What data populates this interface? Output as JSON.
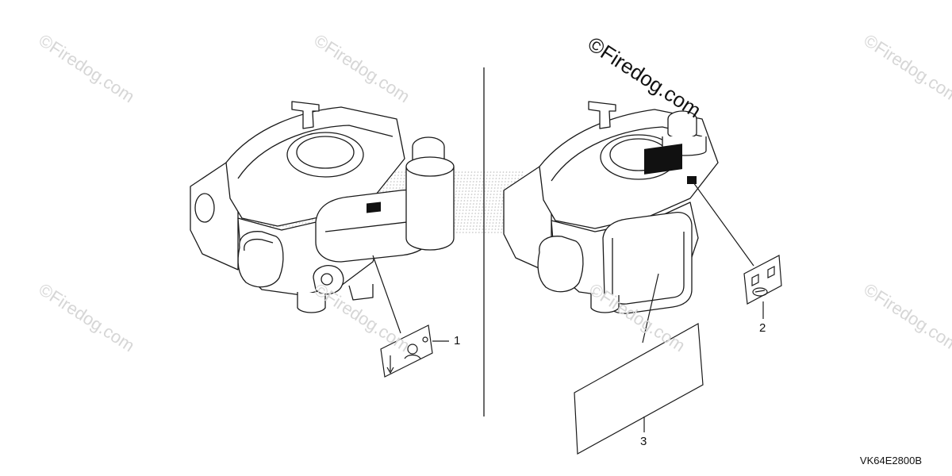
{
  "watermark": {
    "main": "©Firedog.com",
    "faint": "©Firedog.com"
  },
  "callouts": [
    {
      "id": "1",
      "label": "1"
    },
    {
      "id": "2",
      "label": "2"
    },
    {
      "id": "3",
      "label": "3"
    }
  ],
  "diagram_code": "VK64E2800B",
  "colors": {
    "line": "#1a1a1a",
    "watermark": "#d6d6d6",
    "stipple": "#bdbdbd"
  }
}
